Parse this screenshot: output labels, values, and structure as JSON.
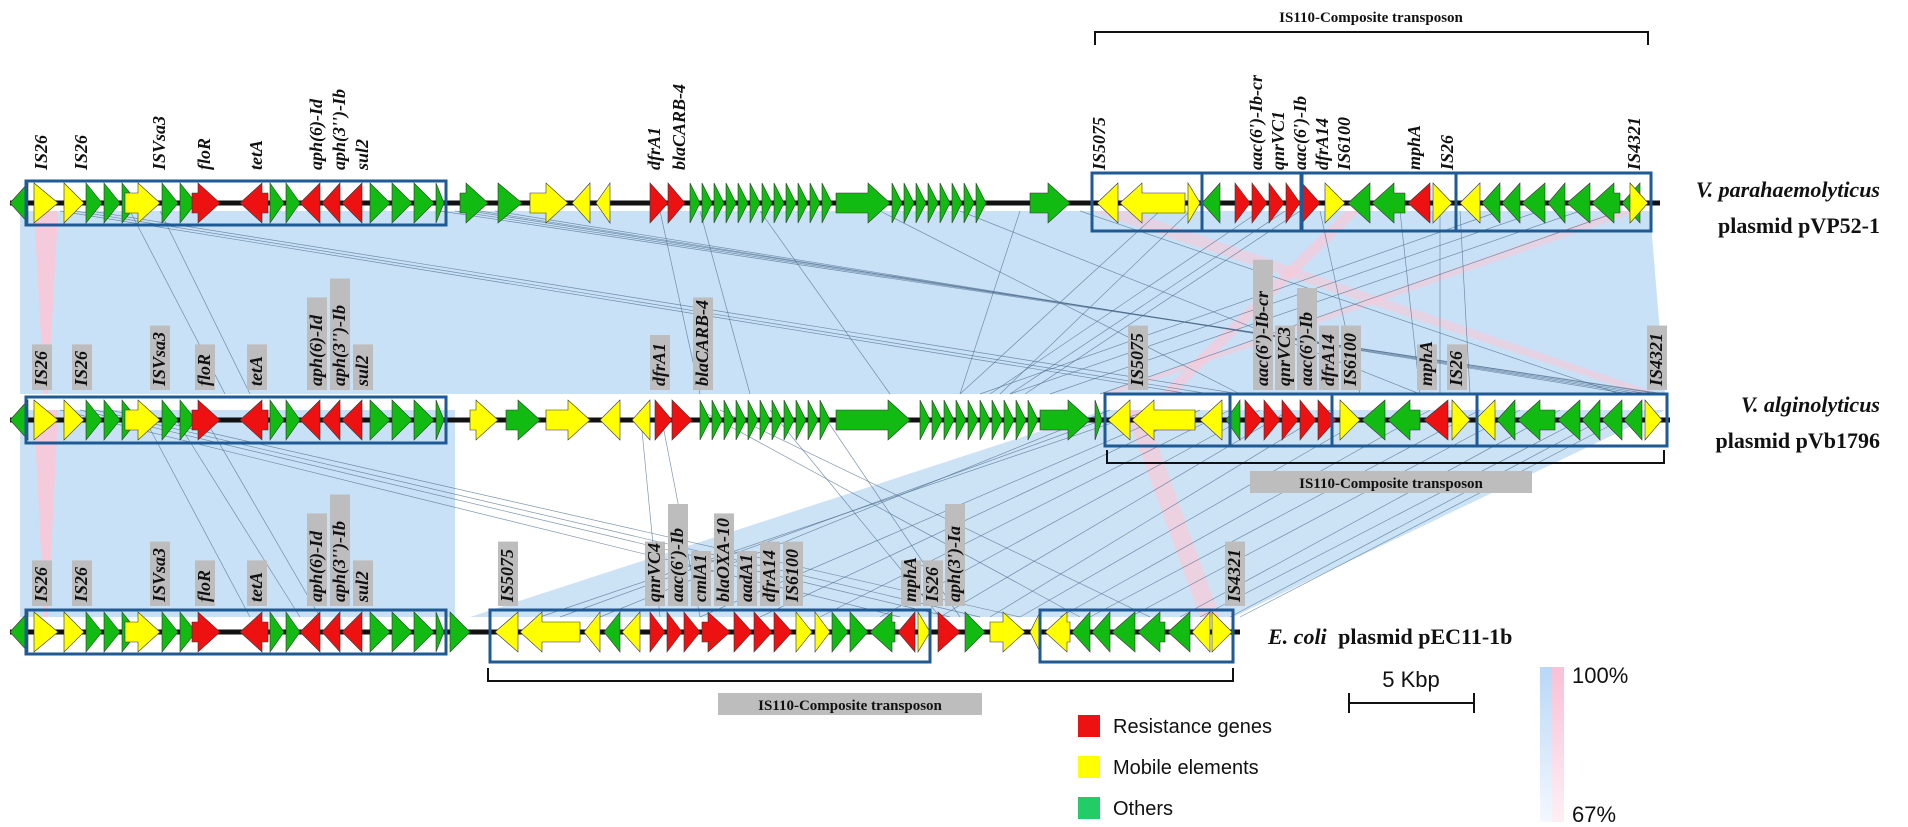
{
  "colors": {
    "resistance": "#ee1111",
    "mobile": "#ffff00",
    "other": "#11bb11",
    "box": "#1e5a96",
    "shade": "#c3def5",
    "shade_inv": "#f9c9d9",
    "label_bg": "#bdbdbd"
  },
  "plasmids": [
    {
      "species": "V. parahaemolyticus",
      "name": "plasmid pVP52-1"
    },
    {
      "species": "V. alginolyticus",
      "name": "plasmid pVb1796"
    },
    {
      "species": "E. coli",
      "name": "plasmid pEC11-1b"
    }
  ],
  "transposon_label": "IS110-Composite transposon",
  "track1_labels": [
    "IS26",
    "IS26",
    "ISVsa3",
    "floR",
    "tetA",
    "aph(6)-Id",
    "aph(3'')-Ib",
    "sul2",
    "dfrA1",
    "blaCARB-4",
    "IS5075",
    "aac(6')-Ib-cr",
    "qnrVC1",
    "aac(6')-Ib",
    "dfrA14",
    "IS6100",
    "mphA",
    "IS26",
    "IS4321"
  ],
  "track2_labels": [
    "IS26",
    "IS26",
    "ISVsa3",
    "floR",
    "tetA",
    "aph(6)-Id",
    "aph(3'')-Ib",
    "sul2",
    "dfrA1",
    "blaCARB-4",
    "IS5075",
    "aac(6')-Ib-cr",
    "qnrVC3",
    "aac(6')-Ib",
    "dfrA14",
    "IS6100",
    "mphA",
    "IS26",
    "IS4321"
  ],
  "track3_labels": [
    "IS26",
    "IS26",
    "ISVsa3",
    "floR",
    "tetA",
    "aph(6)-Id",
    "aph(3'')-Ib",
    "sul2",
    "IS5075",
    "qnrVC4",
    "aac(6')-Ib",
    "cmlA1",
    "blaOXA-10",
    "aadA1",
    "dfrA14",
    "IS6100",
    "mphA",
    "IS26",
    "aph(3')-Ia",
    "IS4321"
  ],
  "legend": [
    {
      "label": "Resistance genes",
      "color": "#ee1111"
    },
    {
      "label": "Mobile elements",
      "color": "#ffff00"
    },
    {
      "label": "Others",
      "color": "#22cc66"
    }
  ],
  "scale": {
    "label": "5 Kbp"
  },
  "identity": {
    "max": "100%",
    "min": "67%"
  }
}
